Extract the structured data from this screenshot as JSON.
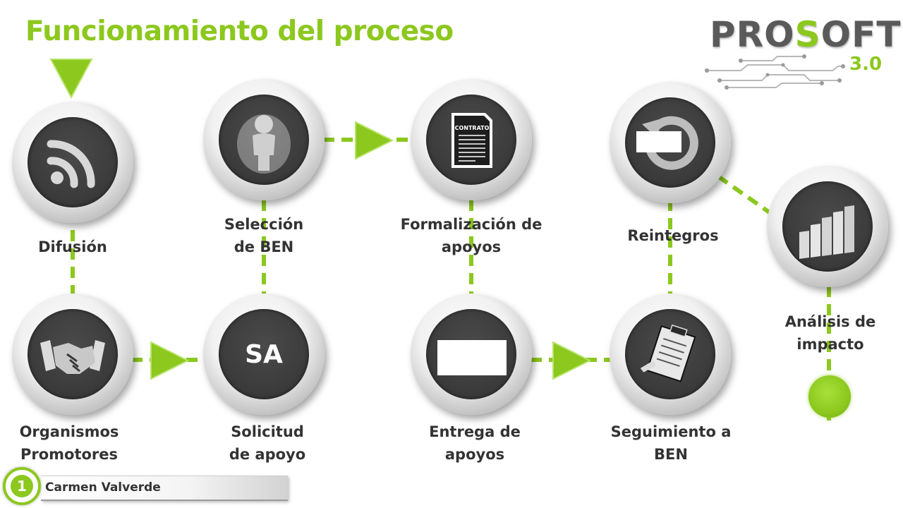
{
  "title": "Funcionamiento del proceso",
  "logo": {
    "word_part1": "PRO",
    "word_accent": "S",
    "word_part2": "OFT",
    "version": "3.0"
  },
  "nodes": {
    "difusion": {
      "label": "Difusión",
      "icon": "rss-icon"
    },
    "seleccion": {
      "label": "Selección\nde BEN",
      "icon": "person-icon"
    },
    "formalizacion": {
      "label": "Formalización de\napoyos",
      "icon": "contract-document-icon",
      "icon_text": "CONTRATO"
    },
    "reintegros": {
      "label": "Reintegros",
      "icon": "refresh-icon"
    },
    "analisis": {
      "label": "Análisis de\nimpacto",
      "icon": "bar-chart-icon"
    },
    "organismos": {
      "label": "Organismos\nPromotores",
      "icon": "handshake-icon"
    },
    "solicitud": {
      "label": "Solicitud\nde apoyo",
      "icon": "sa-text-icon",
      "icon_text": "SA"
    },
    "entrega": {
      "label": "Entrega de\napoyos",
      "icon": "blank-card-icon"
    },
    "seguimiento": {
      "label": "Seguimiento a\nBEN",
      "icon": "clipboard-icon"
    }
  },
  "footer": {
    "page_number": "1",
    "presenter": "Carmen Valverde"
  },
  "colors": {
    "accent": "#8cc81e",
    "text": "#333333",
    "node_dark": "#3a3a3a"
  }
}
